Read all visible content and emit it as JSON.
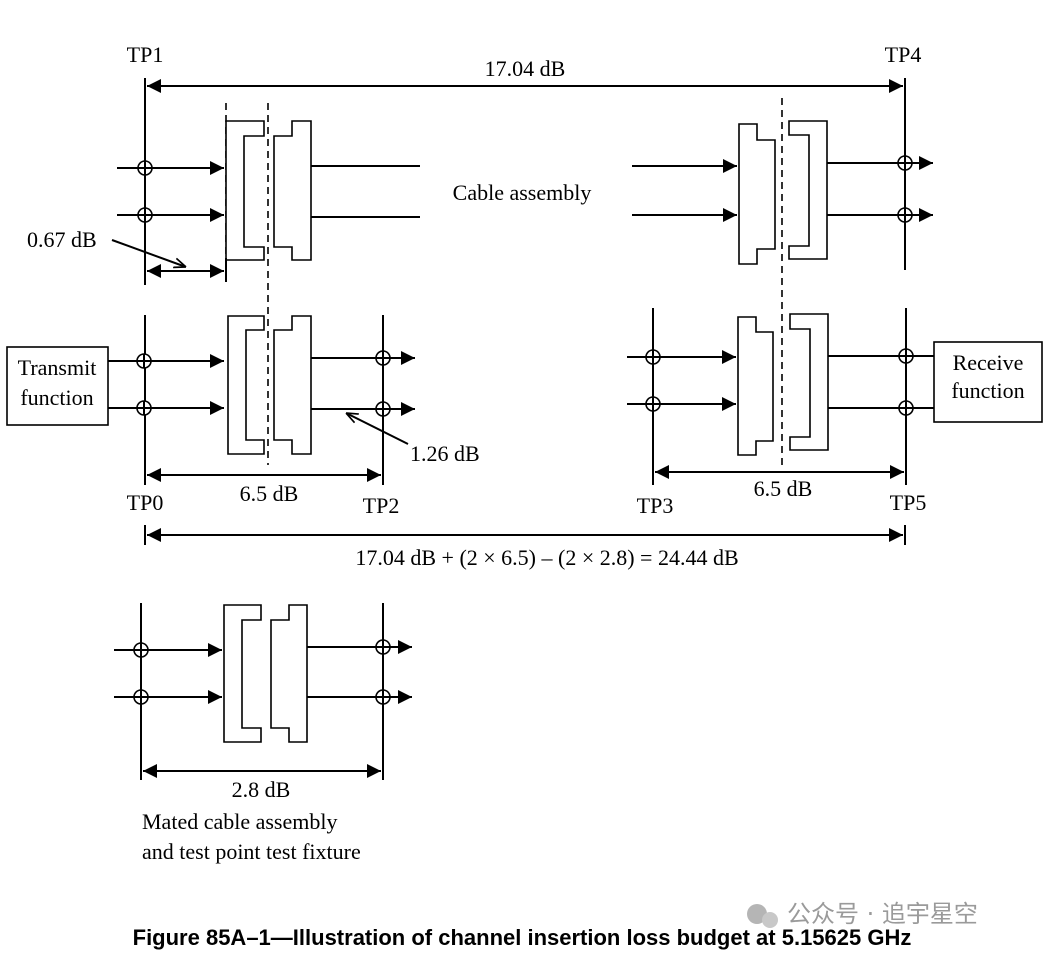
{
  "figure": {
    "caption": "Figure 85A–1—Illustration of channel insertion loss budget at 5.15625 GHz",
    "watermark": "公众号 · 追宇星空",
    "test_points": {
      "tp0": "TP0",
      "tp1": "TP1",
      "tp2": "TP2",
      "tp3": "TP3",
      "tp4": "TP4",
      "tp5": "TP5"
    },
    "losses": {
      "cable_total": "17.04 dB",
      "connector_loss": "0.67 dB",
      "pcb_loss": "1.26 dB",
      "host_tx": "6.5 dB",
      "host_rx": "6.5 dB",
      "fixture": "2.8 dB",
      "end_to_end": "17.04 dB + (2 × 6.5) – (2 × 2.8) = 24.44 dB"
    },
    "labels": {
      "cable_assembly": "Cable assembly",
      "transmit_line1": "Transmit",
      "transmit_line2": "function",
      "receive_line1": "Receive",
      "receive_line2": "function",
      "fixture_line1": "Mated cable assembly",
      "fixture_line2": "and test point test fixture"
    }
  }
}
